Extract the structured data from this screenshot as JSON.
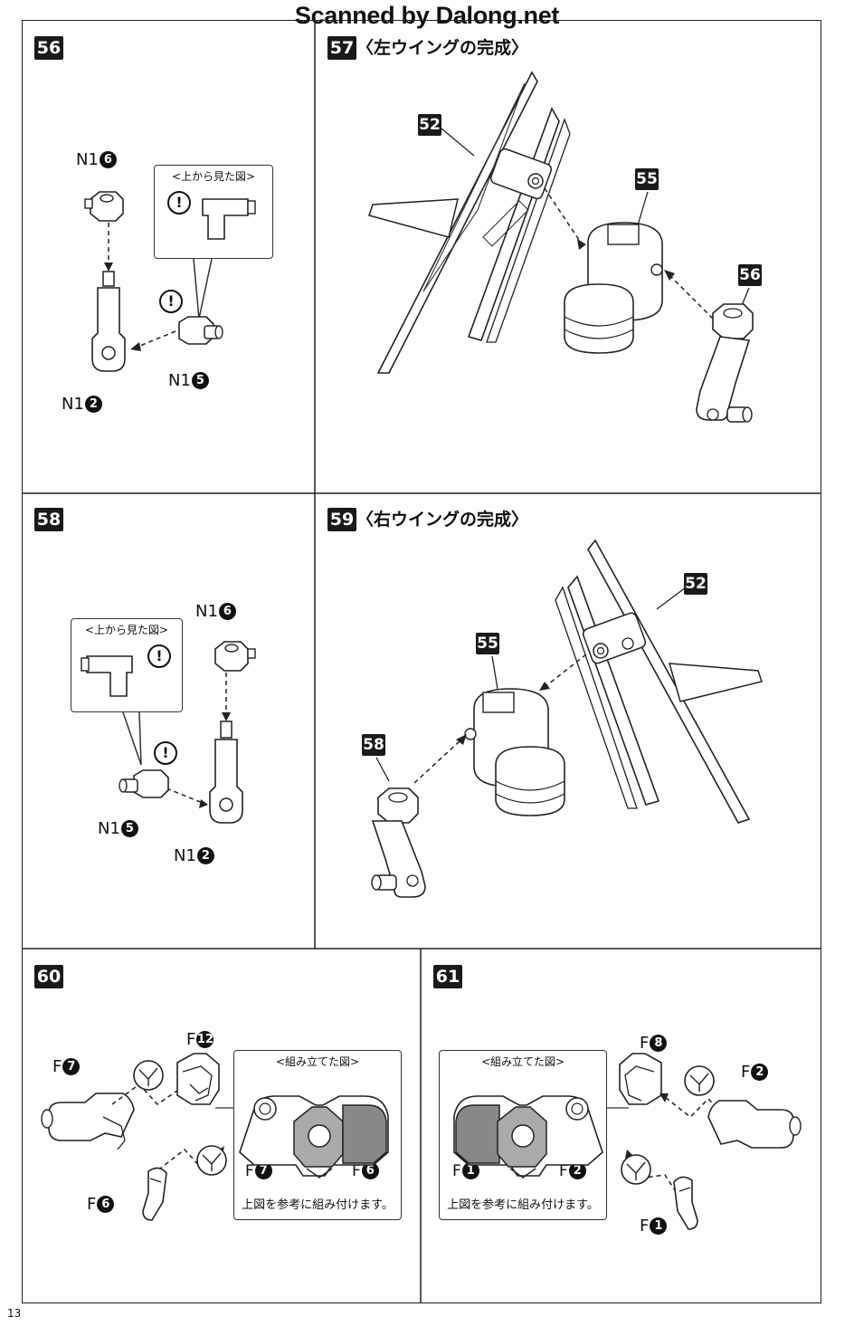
{
  "watermark": "Scanned by Dalong.net",
  "page_number": "13",
  "steps": {
    "s56": {
      "number": "56",
      "parts": {
        "top": "N1",
        "top_n": "6",
        "mid": "N1",
        "mid_n": "5",
        "bottom": "N1",
        "bottom_n": "2"
      },
      "callout_title": "<上から見た図>",
      "warn": "!"
    },
    "s57": {
      "number": "57",
      "title": "〈左ウイングの完成〉",
      "tags": [
        "52",
        "55",
        "56"
      ]
    },
    "s58": {
      "number": "58",
      "parts": {
        "top": "N1",
        "top_n": "6",
        "mid": "N1",
        "mid_n": "5",
        "bottom": "N1",
        "bottom_n": "2"
      },
      "callout_title": "<上から見た図>",
      "warn": "!"
    },
    "s59": {
      "number": "59",
      "title": "〈右ウイングの完成〉",
      "tags": [
        "52",
        "55",
        "58"
      ]
    },
    "s60": {
      "number": "60",
      "parts": {
        "a": "F",
        "a_n": "7",
        "b": "F",
        "b_n": "12",
        "c": "F",
        "c_n": "6"
      },
      "callout_title": "<組み立てた図>",
      "callout_left": "F",
      "callout_left_n": "7",
      "callout_right": "F",
      "callout_right_n": "6",
      "note": "上図を参考に組み付けます。"
    },
    "s61": {
      "number": "61",
      "parts": {
        "a": "F",
        "a_n": "8",
        "b": "F",
        "b_n": "2",
        "c": "F",
        "c_n": "1"
      },
      "callout_title": "<組み立てた図>",
      "callout_left": "F",
      "callout_left_n": "1",
      "callout_right": "F",
      "callout_right_n": "2",
      "note": "上図を参考に組み付けます。"
    }
  }
}
